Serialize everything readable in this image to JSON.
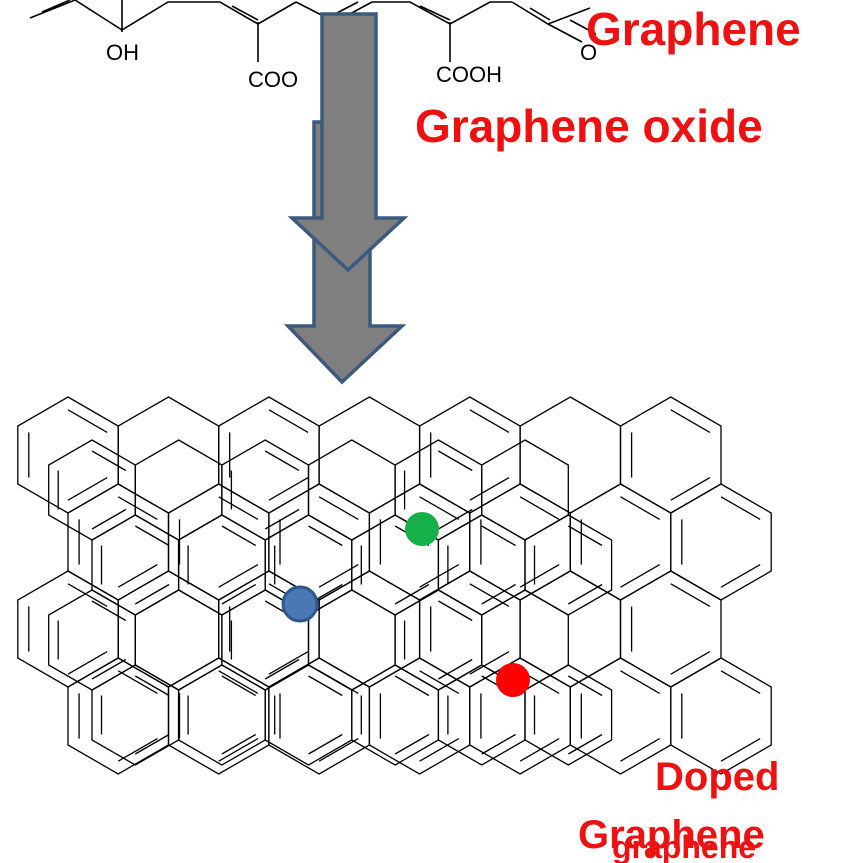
{
  "labels": {
    "oh": "OH",
    "coo": "COO",
    "cooh": "COOH",
    "o": "O",
    "graphene_top": "Graphene",
    "graphene_oxide": "Graphene oxide",
    "doped": "Doped",
    "graphene_bottom": "Graphene",
    "graphene_overlap": "graphene"
  },
  "colors": {
    "label_red": "#ee1111",
    "arrow_fill": "#7f7f7f",
    "arrow_stroke": "#3b5a7e",
    "dopant_blue": "#4a78b5",
    "dopant_green": "#16b04a",
    "dopant_red": "#ff0000"
  },
  "dopant_atoms": [
    {
      "name": "blue-dopant-atom"
    },
    {
      "name": "green-dopant-atom"
    },
    {
      "name": "red-dopant-atom"
    }
  ]
}
